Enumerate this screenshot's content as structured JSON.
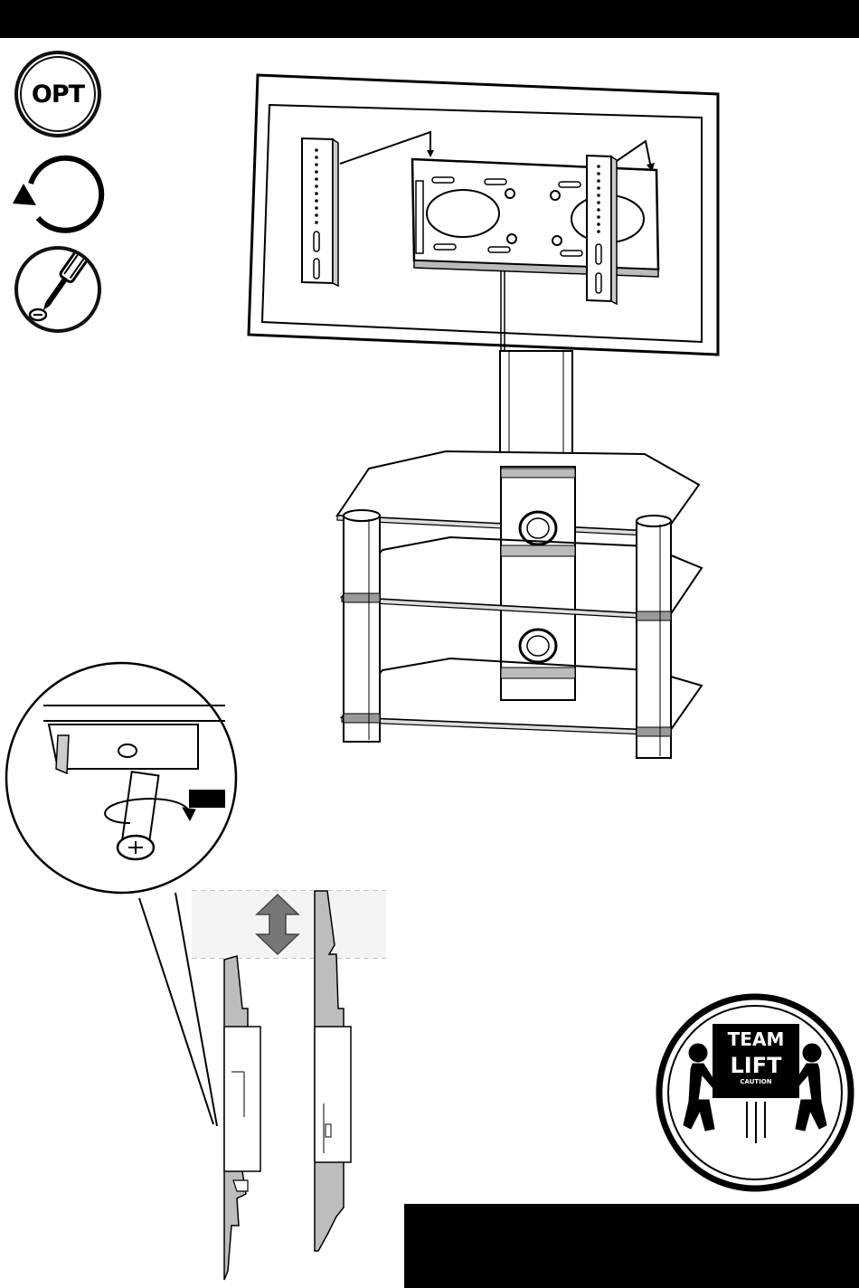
{
  "header": {
    "title": ""
  },
  "icons": {
    "optional_badge_text": "OPT",
    "rotate": "rotate-counterclockwise-icon",
    "screwdriver": "screwdriver-icon"
  },
  "team_lift": {
    "line1": "TEAM",
    "line2": "LIFT",
    "line3": "CAUTION"
  },
  "footer": {
    "text": ""
  },
  "colors": {
    "ink": "#000000",
    "panel_fill": "#bdbdbd",
    "highlight": "#e8e8e8"
  }
}
